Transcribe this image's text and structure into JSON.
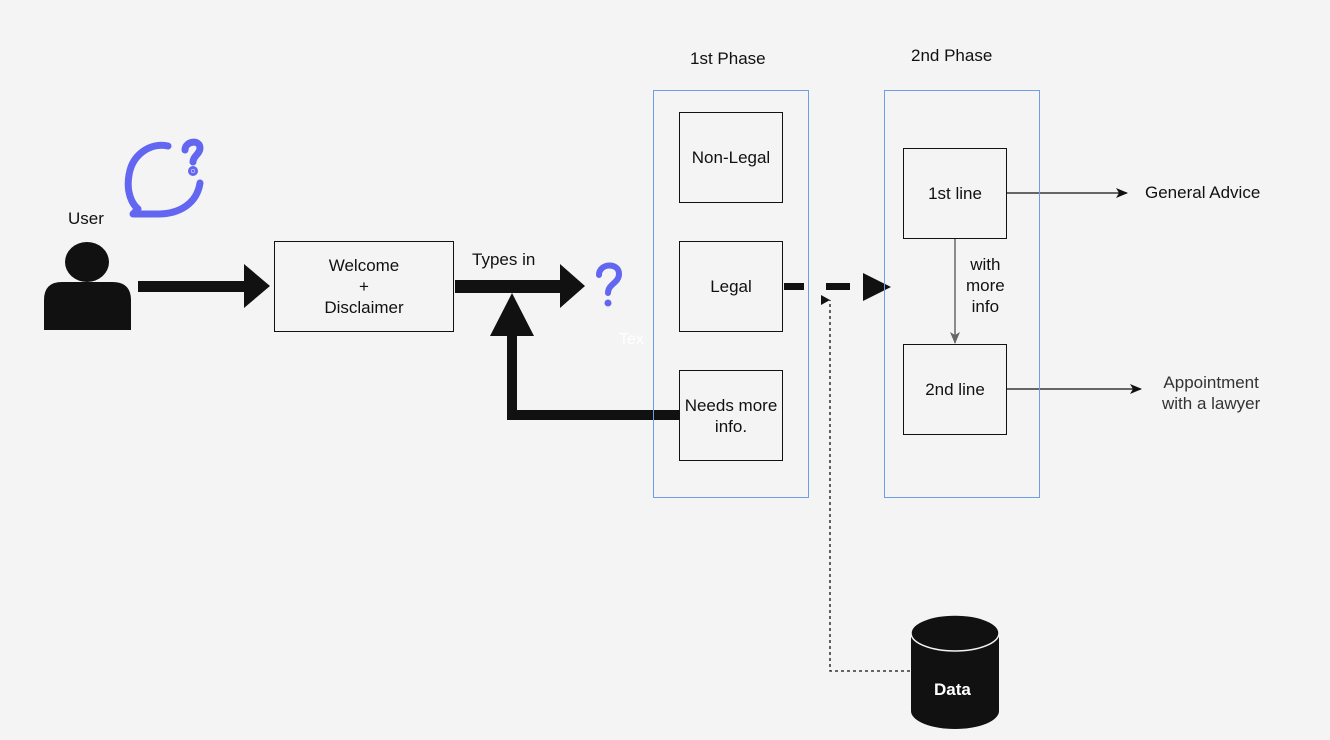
{
  "user": {
    "label": "User"
  },
  "welcome_box": {
    "line1": "Welcome",
    "line2": "+",
    "line3": "Disclaimer"
  },
  "types_in": {
    "label": "Types in"
  },
  "question_mark": {
    "glyph": "?"
  },
  "ghost_text": {
    "label": "Tex"
  },
  "phase1": {
    "title": "1st Phase",
    "non_legal": "Non-Legal",
    "legal": "Legal",
    "needs_more_line1": "Needs more",
    "needs_more_line2": "info."
  },
  "phase2": {
    "title": "2nd Phase",
    "first_line": "1st line",
    "second_line": "2nd line",
    "with_more_info_line1": "with",
    "with_more_info_line2": "more",
    "with_more_info_line3": "info"
  },
  "outputs": {
    "general_advice": "General Advice",
    "appointment_line1": "Appointment",
    "appointment_line2": "with a lawyer"
  },
  "data_store": {
    "label": "Data"
  },
  "colors": {
    "accent": "#6366f1",
    "phase_border": "#6f9ee6",
    "background": "#f4f4f4",
    "ink": "#111111"
  },
  "icons": {
    "user": "user-silhouette-icon",
    "chat": "chat-question-icon",
    "question": "question-mark-icon",
    "data": "database-cylinder-icon"
  }
}
